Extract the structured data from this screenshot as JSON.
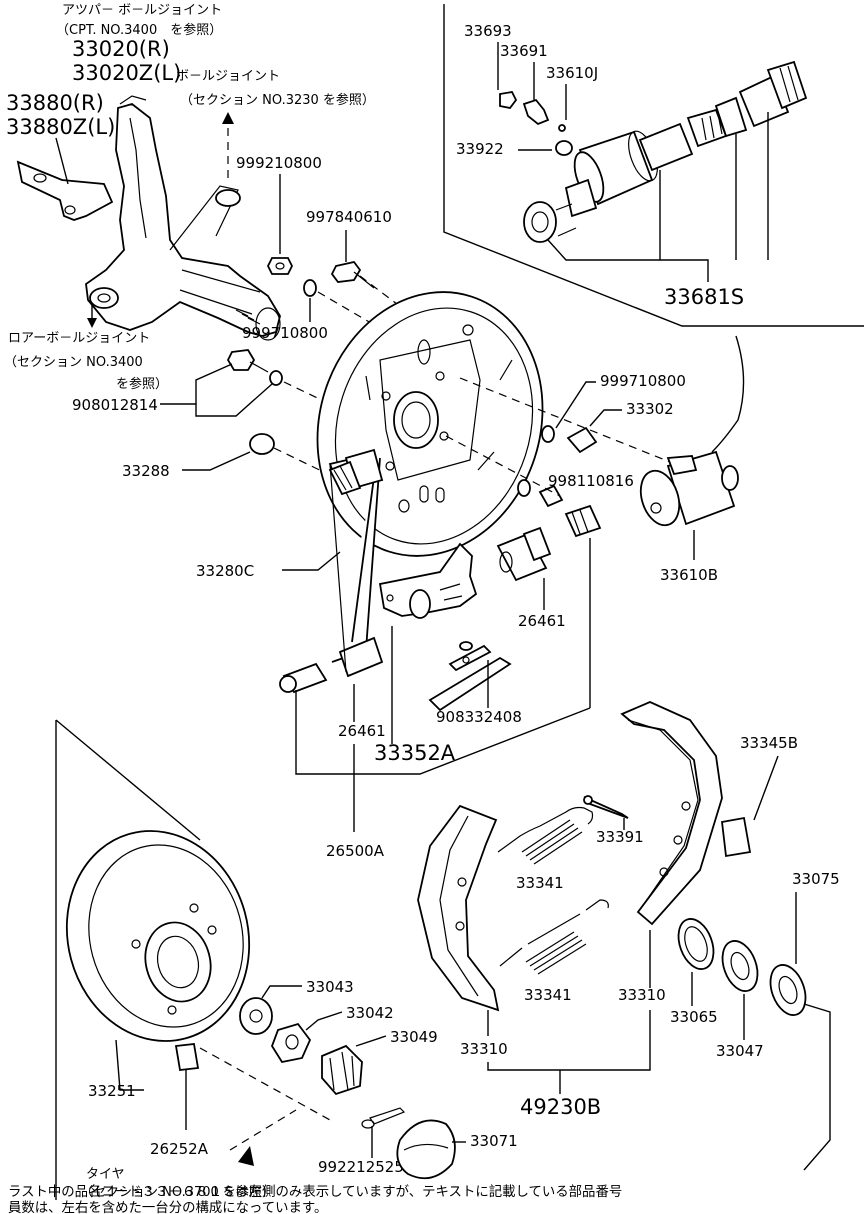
{
  "diagram": {
    "notes": {
      "upper_ball_joint": "アツパ－ ボ－ルジョイント",
      "upper_ref": "（CPT. NO.3400　を参照）",
      "lower_ball_joint_suffix": "ボ－ルジョイント",
      "lower_ref": "（セクション NO.3230 を参照）",
      "lower_arm_ball_joint": "ロアーボ－ルジョイント",
      "lower_arm_ref_1": "（セクション NO.3400",
      "lower_arm_ref_2": "を参照）",
      "tire": "タイヤ",
      "tire_ref": "（セクション NO.3700 を参照）",
      "footnote_line1": "ラスト中の品名コード３３－６８１Ｓは左側のみ表示していますが、テキストに記載している部品番号",
      "footnote_line2": "員数は、左右を含めた一台分の構成になっています。"
    },
    "labels": {
      "p33020R": "33020(R)",
      "p33020ZL": "33020Z(L)",
      "p33880R": "33880(R)",
      "p33880ZL": "33880Z(L)",
      "p999210800": "999210800",
      "p997840610": "997840610",
      "p999710800a": "999710800",
      "p908012814": "908012814",
      "p33288": "33288",
      "p33280C": "33280C",
      "p33693": "33693",
      "p33691": "33691",
      "p33610J": "33610J",
      "p33922": "33922",
      "p33681S": "33681S",
      "p999710800b": "999710800",
      "p33302": "33302",
      "p998110816": "998110816",
      "p33610B": "33610B",
      "p26461a": "26461",
      "p26461b": "26461",
      "p908332408": "908332408",
      "p33352A": "33352A",
      "p26500A": "26500A",
      "p33345B": "33345B",
      "p33391": "33391",
      "p33341a": "33341",
      "p33341b": "33341",
      "p33075": "33075",
      "p33310a": "33310",
      "p33310b": "33310",
      "p33065": "33065",
      "p33047": "33047",
      "p49230B": "49230B",
      "p33043": "33043",
      "p33042": "33042",
      "p33049": "33049",
      "p33251": "33251",
      "p26252A": "26252A",
      "p33071": "33071",
      "p992212525": "992212525"
    }
  }
}
